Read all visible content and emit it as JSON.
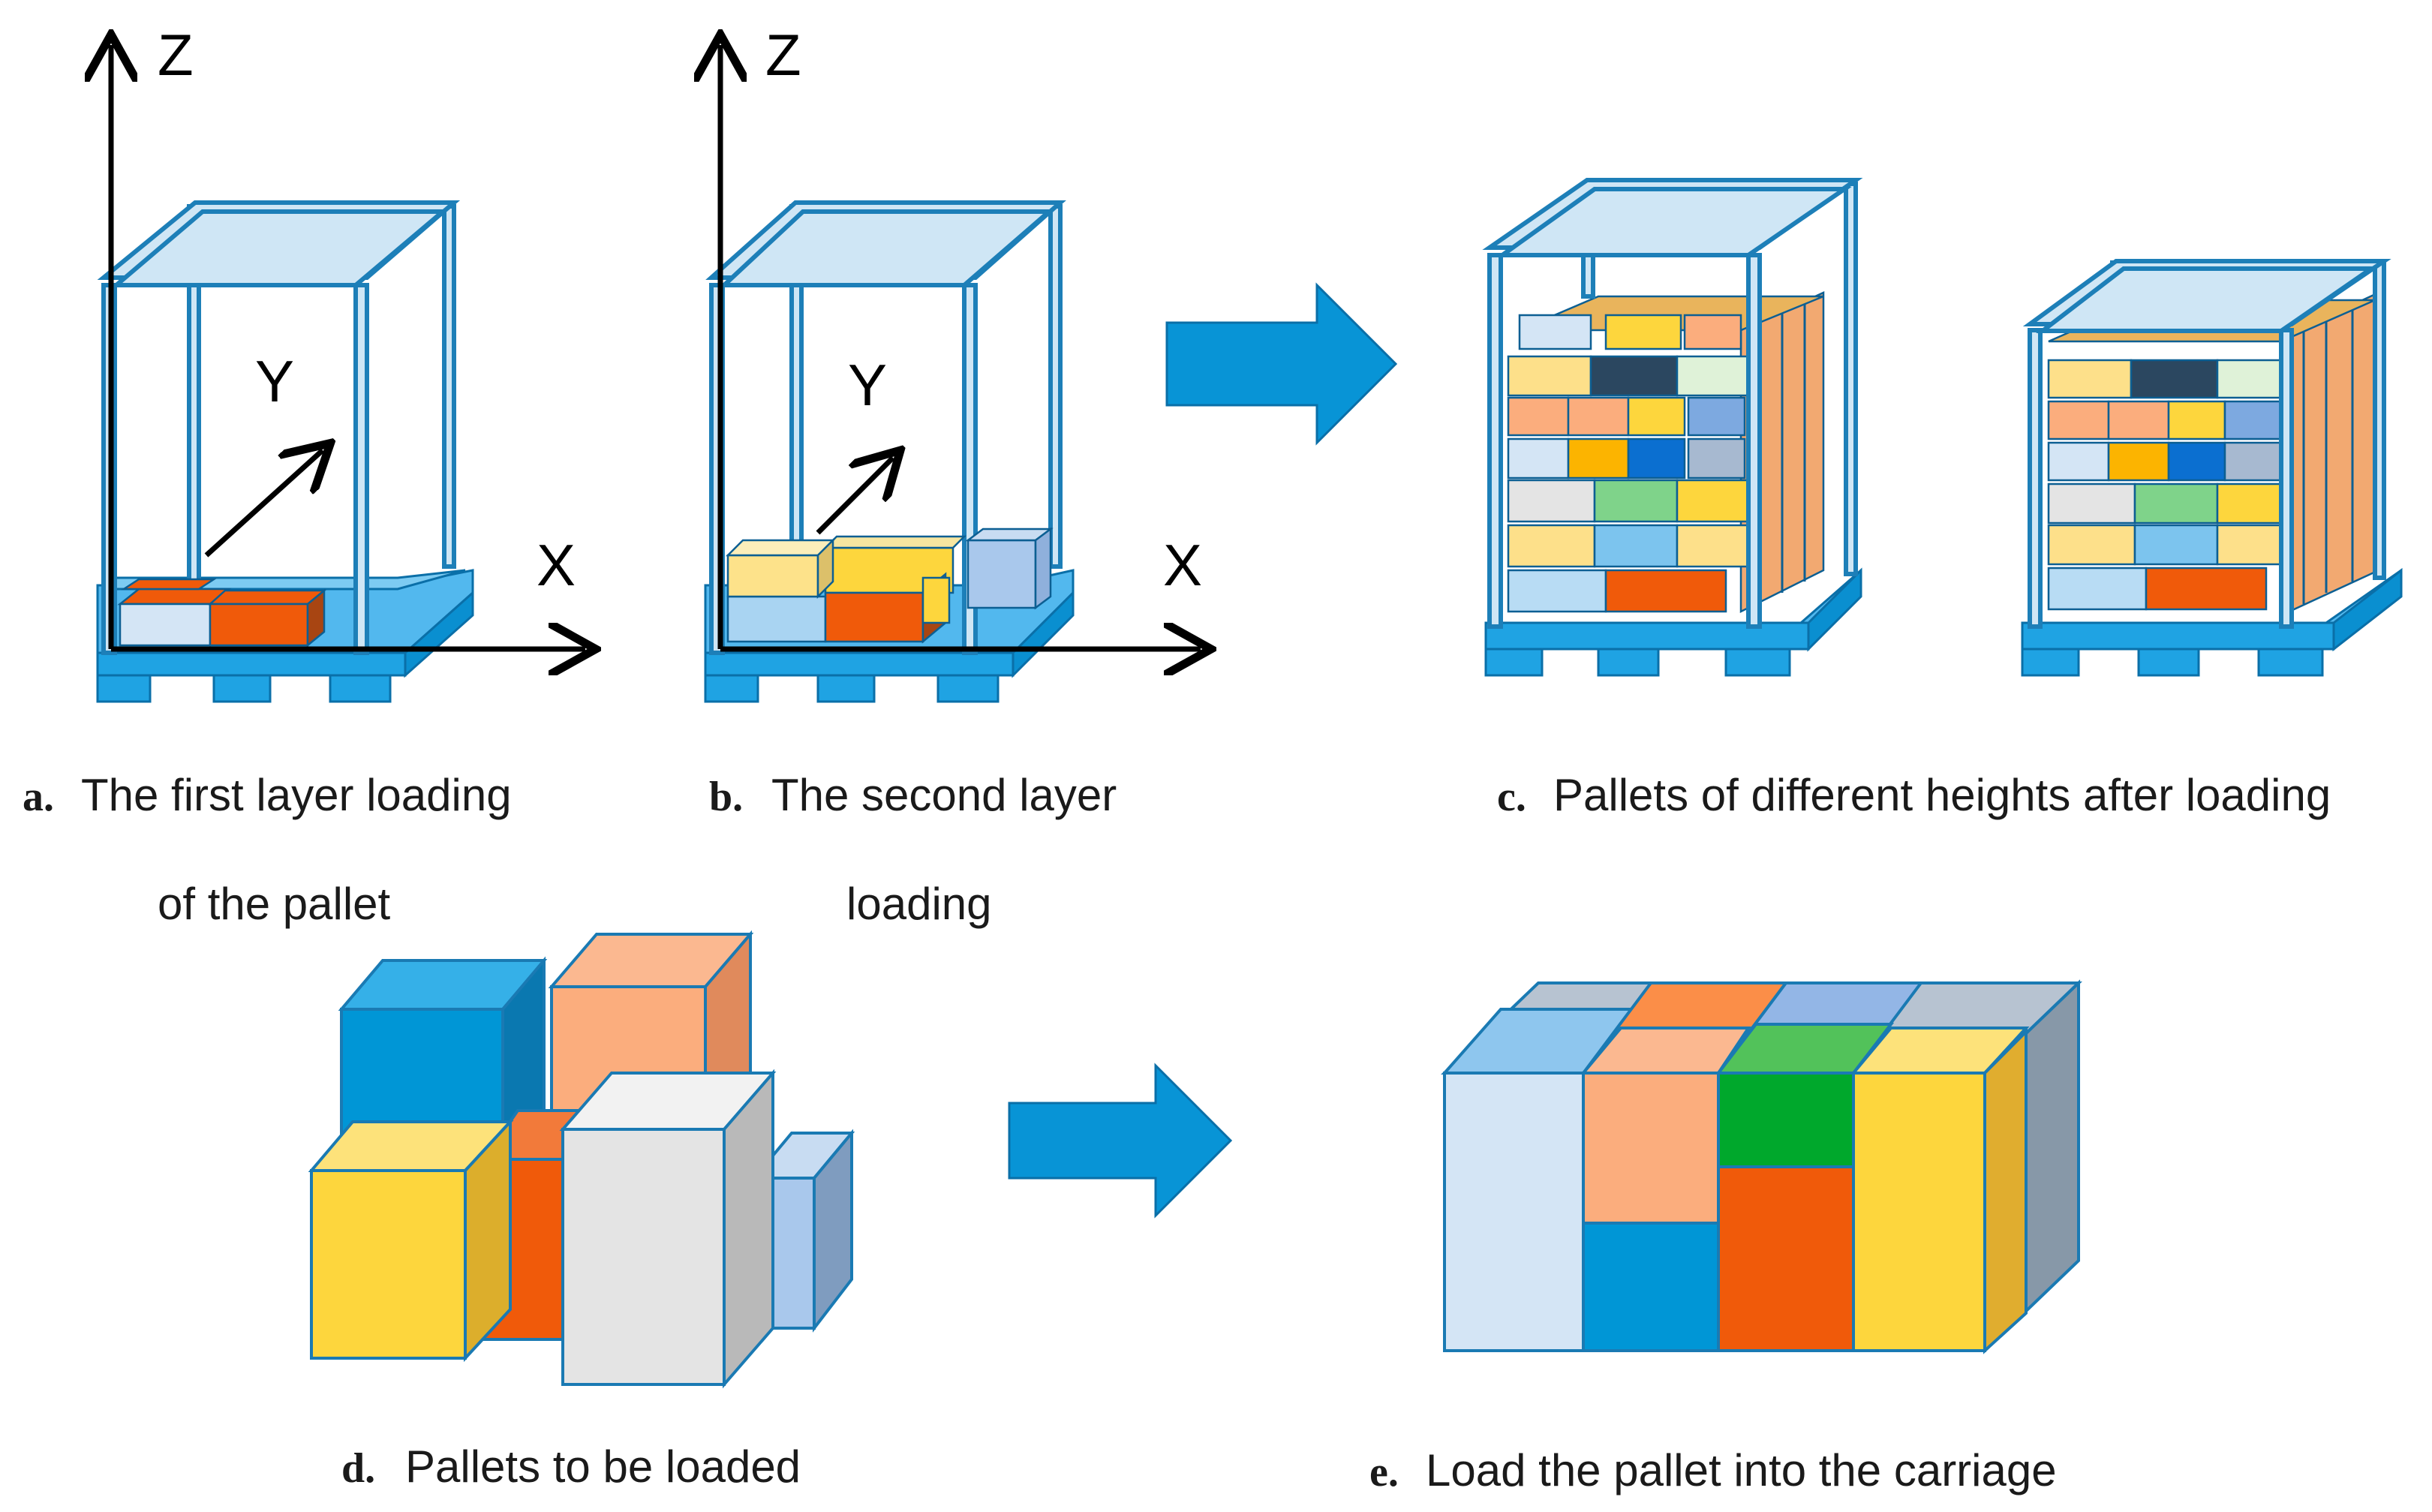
{
  "axes": {
    "z": "Z",
    "y": "Y",
    "x": "X"
  },
  "captions": {
    "a": {
      "letter": "a.",
      "line1": "The first layer loading",
      "line2": "of the pallet"
    },
    "b": {
      "letter": "b.",
      "line1": "The second layer",
      "line2": "loading"
    },
    "c": {
      "letter": "c.",
      "line1": "Pallets of different heights after loading"
    },
    "d": {
      "letter": "d.",
      "line1": "Pallets to be loaded"
    },
    "e": {
      "letter": "e.",
      "line1": "Load the pallet into the carriage"
    }
  },
  "colors": {
    "arrow": "#0894d6",
    "pallet_front": "#1fa3e3",
    "pallet_top": "#52b8ee",
    "frame": "#cfe6f5",
    "frame_edge": "#1d7fb8",
    "orange": "#f05a0a",
    "light_blue": "#d4e5f5",
    "peach": "#fbad7d",
    "yellow": "#fdd63d",
    "cobalt": "#0096d6",
    "grey_light": "#e4e4e4",
    "green": "#00a82c",
    "navy": "#2b4760"
  }
}
